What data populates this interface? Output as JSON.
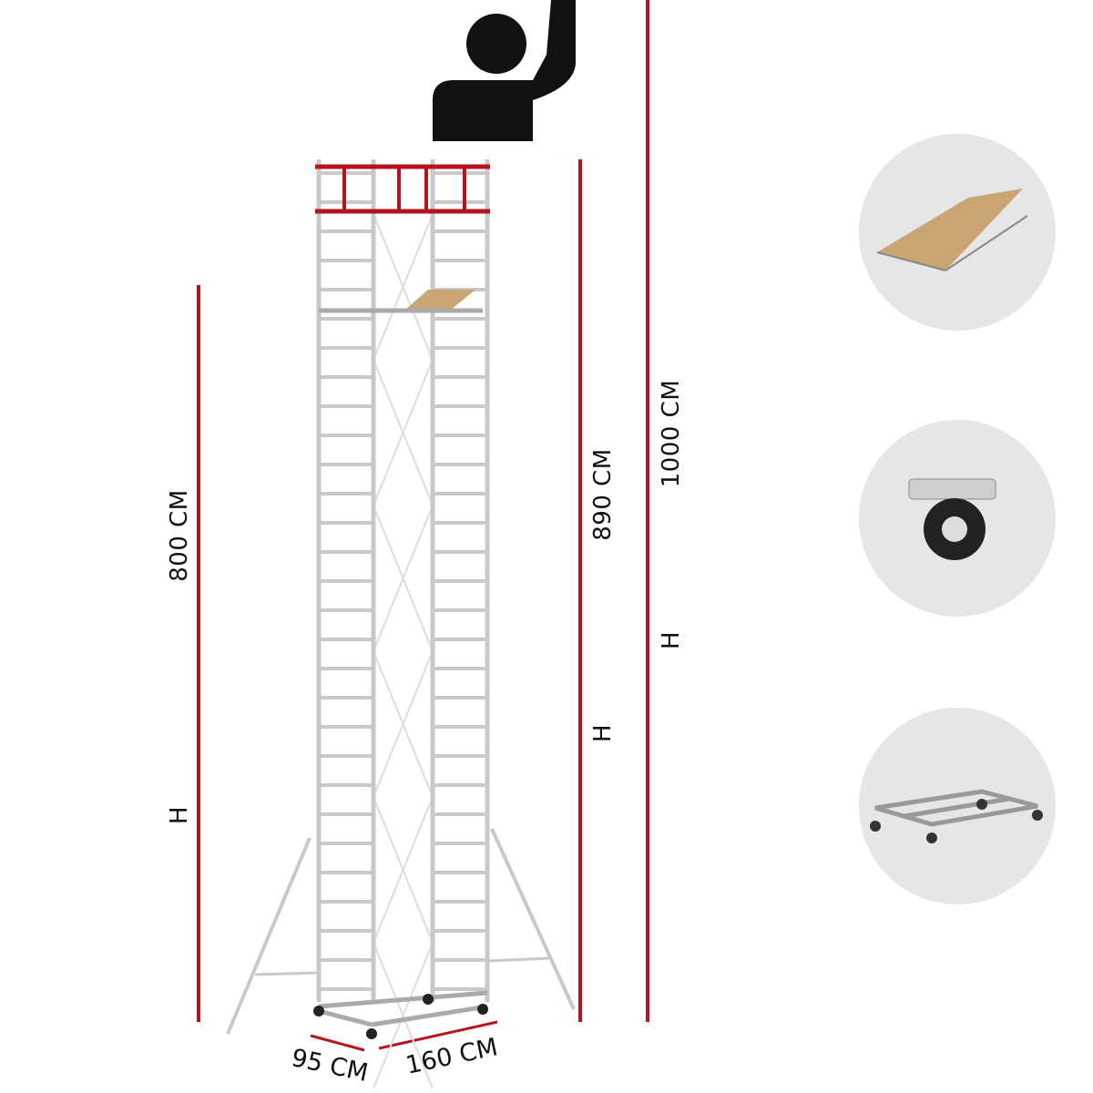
{
  "colors": {
    "accent_red": "#b5141e",
    "frame": "#c9c9c9",
    "circle_bg": "#e6e6e6",
    "plank": "#c9a574",
    "figure": "#111111"
  },
  "dimensions": {
    "platform_height": {
      "value": "800 CM",
      "marker": "H"
    },
    "scaffold_height": {
      "value": "890 CM",
      "marker": "H"
    },
    "working_height": {
      "value": "1000 CM",
      "marker": "H"
    },
    "depth": "95 CM",
    "length": "160 CM"
  },
  "detail_images": [
    {
      "icon": "platform-plank-icon"
    },
    {
      "icon": "castor-wheel-icon"
    },
    {
      "icon": "base-frame-icon"
    }
  ],
  "figure_icon": "person-reaching-icon"
}
